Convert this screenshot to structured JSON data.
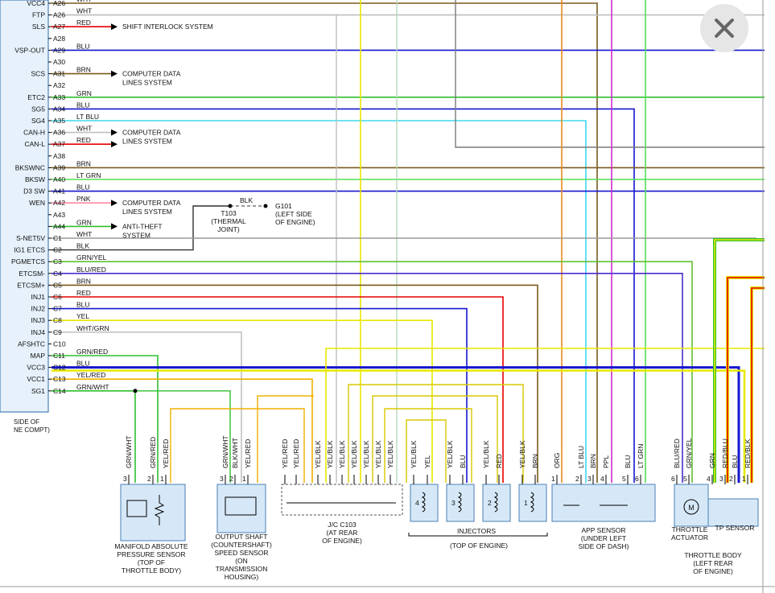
{
  "close_icon": "close-icon",
  "ecm_pins": [
    {
      "sig": "VCC4",
      "pin": "A26",
      "color": "WHT"
    },
    {
      "sig": "FTP",
      "pin": "A26",
      "color": "WHT"
    },
    {
      "sig": "SLS",
      "pin": "A27",
      "color": "RED",
      "note": "SHIFT INTERLOCK SYSTEM"
    },
    {
      "sig": "",
      "pin": "A28",
      "color": ""
    },
    {
      "sig": "VSP-OUT",
      "pin": "A29",
      "color": "BLU"
    },
    {
      "sig": "",
      "pin": "A30",
      "color": ""
    },
    {
      "sig": "SCS",
      "pin": "A31",
      "color": "BRN",
      "note": "COMPUTER DATA\nLINES SYSTEM"
    },
    {
      "sig": "",
      "pin": "A32",
      "color": ""
    },
    {
      "sig": "ETC2",
      "pin": "A33",
      "color": "GRN"
    },
    {
      "sig": "SG5",
      "pin": "A34",
      "color": "BLU"
    },
    {
      "sig": "SG4",
      "pin": "A35",
      "color": "LT BLU"
    },
    {
      "sig": "CAN-H",
      "pin": "A36",
      "color": "WHT",
      "note": "COMPUTER DATA\nLINES SYSTEM"
    },
    {
      "sig": "CAN-L",
      "pin": "A37",
      "color": "RED"
    },
    {
      "sig": "",
      "pin": "A38",
      "color": ""
    },
    {
      "sig": "BKSWNC",
      "pin": "A39",
      "color": "BRN"
    },
    {
      "sig": "BKSW",
      "pin": "A40",
      "color": "LT GRN"
    },
    {
      "sig": "D3 SW",
      "pin": "A41",
      "color": "BLU"
    },
    {
      "sig": "WEN",
      "pin": "A42",
      "color": "PNK",
      "note": "COMPUTER DATA\nLINES SYSTEM"
    },
    {
      "sig": "",
      "pin": "A43",
      "color": ""
    },
    {
      "sig": "",
      "pin": "A44",
      "color": "GRN",
      "note": "ANTI-THEFT\nSYSTEM"
    },
    {
      "sig": "S-NET5V",
      "pin": "C1",
      "color": "WHT"
    },
    {
      "sig": "IG1 ETCS",
      "pin": "C2",
      "color": "BLK"
    },
    {
      "sig": "PGMETCS",
      "pin": "C3",
      "color": "GRN/YEL"
    },
    {
      "sig": "ETCSM-",
      "pin": "C4",
      "color": "BLU/RED"
    },
    {
      "sig": "ETCSM+",
      "pin": "C5",
      "color": "BRN"
    },
    {
      "sig": "INJ1",
      "pin": "C6",
      "color": "RED"
    },
    {
      "sig": "INJ2",
      "pin": "C7",
      "color": "BLU"
    },
    {
      "sig": "INJ3",
      "pin": "C8",
      "color": "YEL"
    },
    {
      "sig": "INJ4",
      "pin": "C9",
      "color": "WHT/GRN"
    },
    {
      "sig": "AFSHTC",
      "pin": "C10",
      "color": ""
    },
    {
      "sig": "MAP",
      "pin": "C11",
      "color": "GRN/RED"
    },
    {
      "sig": "VCC3",
      "pin": "C12",
      "color": "BLU"
    },
    {
      "sig": "VCC1",
      "pin": "C13",
      "color": "YEL/RED"
    },
    {
      "sig": "SG1",
      "pin": "C14",
      "color": "GRN/WHT"
    }
  ],
  "ground": {
    "wire": "BLK",
    "joint": "T103\n(THERMAL\nJOINT)",
    "ground_id": "G101\n(LEFT SIDE\nOF ENGINE)"
  },
  "ecm_location": "SIDE OF\nNE COMPT)",
  "components": [
    {
      "id": "map",
      "label": "MANIFOLD ABSOLUTE\nPRESSURE SENSOR\n(TOP OF\nTHROTTLE BODY)",
      "pins": [
        "3",
        "2",
        "1"
      ],
      "wires": [
        "GRN/WHT",
        "GRN/RED",
        "YEL/RED"
      ]
    },
    {
      "id": "os",
      "label": "OUTPUT SHAFT\n(COUNTERSHAFT)\nSPEED SENSOR\n(ON\nTRANSMISSION\nHOUSING)",
      "pins": [
        "3",
        "2",
        "1"
      ],
      "wires": [
        "GRN/WHT",
        "BLK/WHT",
        "YEL/RED"
      ]
    },
    {
      "id": "jc",
      "label": "J/C C103\n(AT REAR\nOF ENGINE)",
      "wires": [
        "YEL/RED",
        "YEL/RED",
        "YEL/BLK",
        "YEL/BLK",
        "YEL/BLK",
        "YEL/BLK",
        "YEL/BLK",
        "YEL/BLK",
        "YEL/BLK"
      ]
    },
    {
      "id": "inj",
      "label": "INJECTORS",
      "sublabel": "(TOP OF ENGINE)",
      "numbers": [
        "4",
        "3",
        "2",
        "1"
      ],
      "wires": [
        "YEL/BLK",
        "YEL",
        "YEL/BLK",
        "BLU",
        "YEL/BLK",
        "RED",
        "YEL/BLK",
        "BRN"
      ]
    },
    {
      "id": "app",
      "label": "APP SENSOR\n(UNDER LEFT\nSIDE OF DASH)",
      "pins": [
        "1",
        "2",
        "3",
        "4",
        "5",
        "6"
      ],
      "wires": [
        "ORG",
        "LT BLU",
        "BRN",
        "PPL",
        "BLU",
        "LT GRN"
      ]
    },
    {
      "id": "tb",
      "label": "THROTTLE BODY\n(LEFT REAR\nOF ENGINE)",
      "sub_act": "THROTTLE\nACTUATOR",
      "sub_tp": "TP SENSOR",
      "motor": "M",
      "pins": [
        "6",
        "5",
        "4",
        "3",
        "2",
        "1"
      ],
      "wires": [
        "BLU/RED",
        "GRN/YEL",
        "GRN",
        "RED/BLU",
        "BLU",
        "RED/BLK"
      ]
    }
  ],
  "colors": {
    "BRN": "#7a5a1e",
    "WHT": "#bfbfbf",
    "RED": "#e60000",
    "BLU": "#1515d0",
    "GRN": "#2fc02f",
    "LT BLU": "#3fd8ee",
    "LT GRN": "#55dd55",
    "PNK": "#ff8aa0",
    "YEL": "#e8e800",
    "ORG": "#e88a1a",
    "PPL": "#d02ad0",
    "BLK": "#303030",
    "GRN/WHT": "#2fc02f",
    "GRN/RED": "#2fc02f",
    "YEL/RED": "#f0b000",
    "BLK/WHT": "#303030",
    "YEL/BLK": "#d8c800",
    "BLU/RED": "#4b2bd0",
    "GRN/YEL": "#60c030",
    "RED/BLU": "#e60000",
    "RED/BLK": "#e60000",
    "WHT/GRN": "#b8b8b8",
    "GRY": "#888888"
  }
}
